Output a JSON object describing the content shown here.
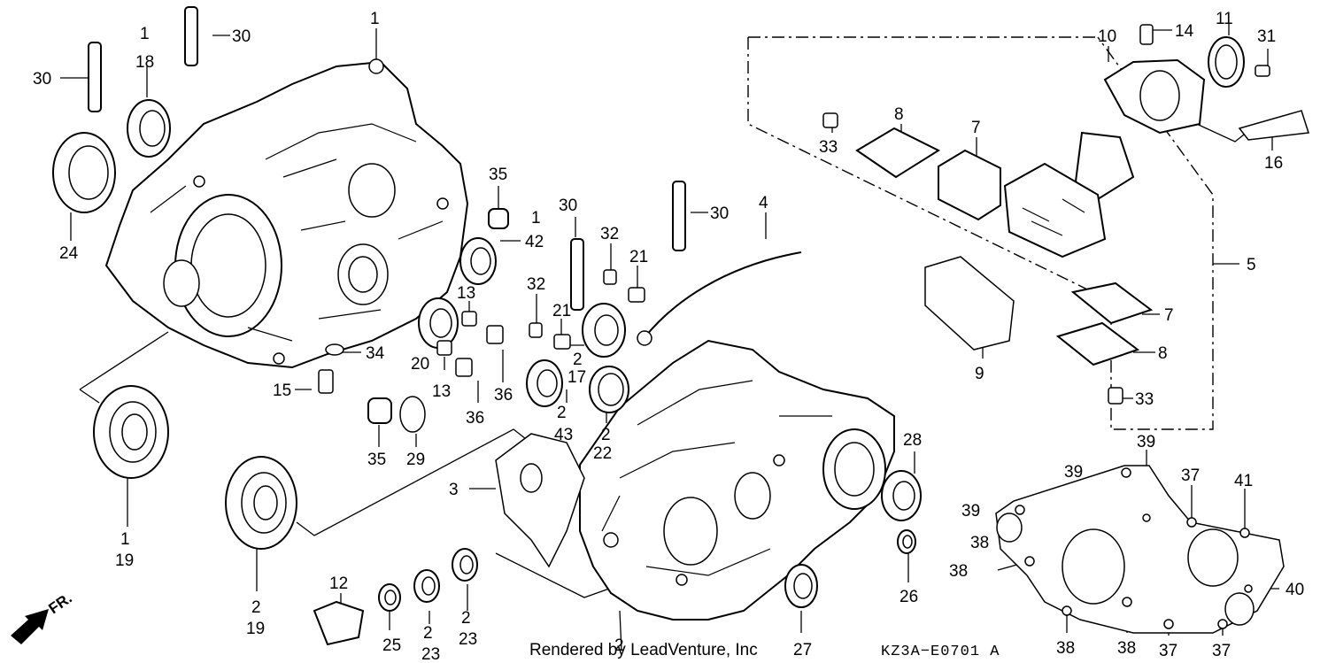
{
  "diagram": {
    "watermark": "Rendered by LeadVenture, Inc",
    "code": "KZ3A−E0701 A",
    "direction": "FR.",
    "callouts": [
      {
        "id": "c1a",
        "text": "1"
      },
      {
        "id": "c1b",
        "text": "1"
      },
      {
        "id": "c1c",
        "text": "1"
      },
      {
        "id": "c1d",
        "text": "1"
      },
      {
        "id": "c2a",
        "text": "2"
      },
      {
        "id": "c2b",
        "text": "2"
      },
      {
        "id": "c2c",
        "text": "2"
      },
      {
        "id": "c2d",
        "text": "2"
      },
      {
        "id": "c2e",
        "text": "2"
      },
      {
        "id": "c2f",
        "text": "2"
      },
      {
        "id": "c2g",
        "text": "2"
      },
      {
        "id": "c3",
        "text": "3"
      },
      {
        "id": "c4",
        "text": "4"
      },
      {
        "id": "c5",
        "text": "5"
      },
      {
        "id": "c7a",
        "text": "7"
      },
      {
        "id": "c7b",
        "text": "7"
      },
      {
        "id": "c8a",
        "text": "8"
      },
      {
        "id": "c8b",
        "text": "8"
      },
      {
        "id": "c9",
        "text": "9"
      },
      {
        "id": "c10",
        "text": "10"
      },
      {
        "id": "c11",
        "text": "11"
      },
      {
        "id": "c12",
        "text": "12"
      },
      {
        "id": "c13a",
        "text": "13"
      },
      {
        "id": "c13b",
        "text": "13"
      },
      {
        "id": "c14",
        "text": "14"
      },
      {
        "id": "c15",
        "text": "15"
      },
      {
        "id": "c16",
        "text": "16"
      },
      {
        "id": "c17",
        "text": "17"
      },
      {
        "id": "c18",
        "text": "18"
      },
      {
        "id": "c19a",
        "text": "19"
      },
      {
        "id": "c19b",
        "text": "19"
      },
      {
        "id": "c20",
        "text": "20"
      },
      {
        "id": "c21a",
        "text": "21"
      },
      {
        "id": "c21b",
        "text": "21"
      },
      {
        "id": "c22",
        "text": "22"
      },
      {
        "id": "c23a",
        "text": "23"
      },
      {
        "id": "c23b",
        "text": "23"
      },
      {
        "id": "c24",
        "text": "24"
      },
      {
        "id": "c25",
        "text": "25"
      },
      {
        "id": "c26",
        "text": "26"
      },
      {
        "id": "c27",
        "text": "27"
      },
      {
        "id": "c28",
        "text": "28"
      },
      {
        "id": "c29",
        "text": "29"
      },
      {
        "id": "c30a",
        "text": "30"
      },
      {
        "id": "c30b",
        "text": "30"
      },
      {
        "id": "c30c",
        "text": "30"
      },
      {
        "id": "c30d",
        "text": "30"
      },
      {
        "id": "c31",
        "text": "31"
      },
      {
        "id": "c32a",
        "text": "32"
      },
      {
        "id": "c32b",
        "text": "32"
      },
      {
        "id": "c33a",
        "text": "33"
      },
      {
        "id": "c33b",
        "text": "33"
      },
      {
        "id": "c34",
        "text": "34"
      },
      {
        "id": "c35a",
        "text": "35"
      },
      {
        "id": "c35b",
        "text": "35"
      },
      {
        "id": "c36a",
        "text": "36"
      },
      {
        "id": "c36b",
        "text": "36"
      },
      {
        "id": "c37a",
        "text": "37"
      },
      {
        "id": "c37b",
        "text": "37"
      },
      {
        "id": "c37c",
        "text": "37"
      },
      {
        "id": "c38a",
        "text": "38"
      },
      {
        "id": "c38b",
        "text": "38"
      },
      {
        "id": "c38c",
        "text": "38"
      },
      {
        "id": "c38d",
        "text": "38"
      },
      {
        "id": "c39a",
        "text": "39"
      },
      {
        "id": "c39b",
        "text": "39"
      },
      {
        "id": "c39c",
        "text": "39"
      },
      {
        "id": "c40",
        "text": "40"
      },
      {
        "id": "c41",
        "text": "41"
      },
      {
        "id": "c42",
        "text": "42"
      },
      {
        "id": "c43",
        "text": "43"
      }
    ]
  }
}
